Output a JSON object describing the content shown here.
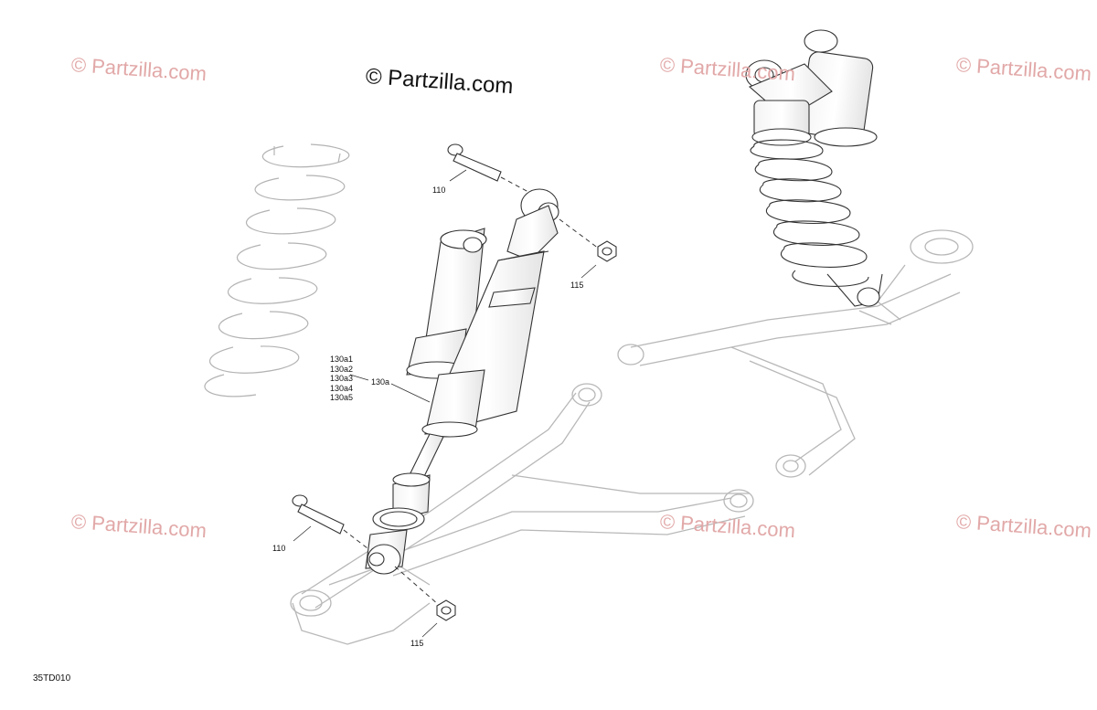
{
  "watermarks": [
    {
      "text": "© Partzilla.com"
    },
    {
      "text": "© Partzilla.com"
    },
    {
      "text": "© Partzilla.com"
    },
    {
      "text": "© Partzilla.com"
    },
    {
      "text": "© Partzilla.com"
    },
    {
      "text": "© Partzilla.com"
    }
  ],
  "copyright": "© Partzilla.com",
  "callouts": {
    "bolt_top": "110",
    "nut_top": "115",
    "bolt_bottom": "110",
    "nut_bottom": "115",
    "shock": "130a",
    "shock_subparts": [
      "130a1",
      "130a2",
      "130a3",
      "130a4",
      "130a5"
    ]
  },
  "diagram_code": "35TD010",
  "colors": {
    "outline_dark": "#333333",
    "outline_faint": "#b5b5b5",
    "watermark": "#e2a8a8"
  }
}
